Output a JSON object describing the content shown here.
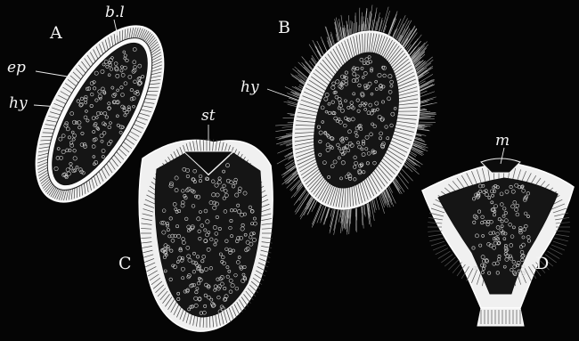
{
  "figures": [
    {
      "id": "A",
      "letter": "A",
      "labels": [
        "b.l",
        "ep",
        "hy"
      ]
    },
    {
      "id": "B",
      "letter": "B",
      "labels": [
        "hy"
      ]
    },
    {
      "id": "C",
      "letter": "C",
      "labels": [
        "st"
      ]
    },
    {
      "id": "D",
      "letter": "D",
      "labels": [
        "m"
      ]
    }
  ],
  "colors": {
    "background": "#050505",
    "cell_wall": "#f0f0f0",
    "interior": "#151515"
  }
}
